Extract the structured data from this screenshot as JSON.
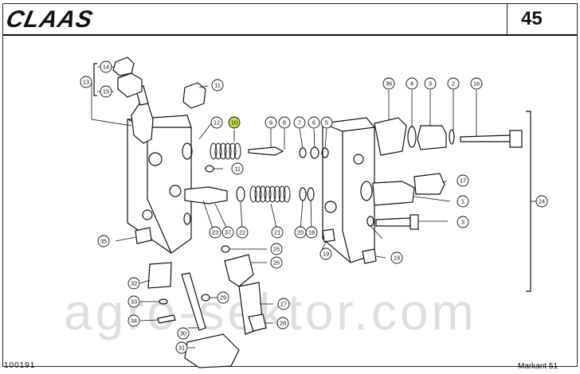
{
  "header": {
    "brand": "CLAAS",
    "page_number": "45"
  },
  "footer": {
    "doc_code": "100191",
    "title": "Markant 51"
  },
  "watermark": "agro-sektor.com",
  "highlight_color": "#c9d84a",
  "callouts": [
    "14",
    "13",
    "15",
    "11",
    "12",
    "10",
    "9",
    "8",
    "7",
    "6",
    "5",
    "36",
    "4",
    "3",
    "2",
    "16",
    "11",
    "17",
    "1",
    "24",
    "23",
    "37",
    "22",
    "21",
    "20",
    "18",
    "3",
    "35",
    "25",
    "26",
    "19",
    "19",
    "32",
    "29",
    "27",
    "33",
    "34",
    "30",
    "28",
    "31"
  ]
}
